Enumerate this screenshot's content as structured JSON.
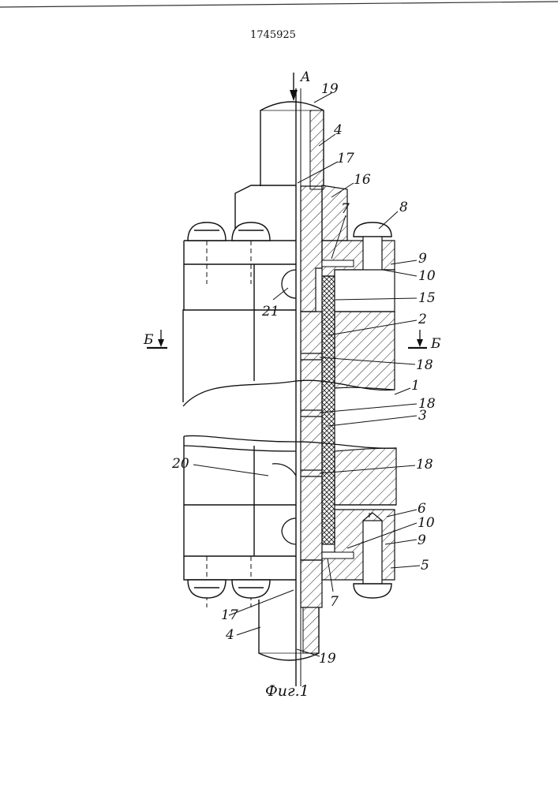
{
  "document": {
    "patent_number": "1745925",
    "figure_caption": "Фиг.1"
  },
  "section_marks": {
    "view_arrow": "A",
    "section_left": "Б",
    "section_right": "Б"
  },
  "callouts": {
    "c1": "1",
    "c2": "2",
    "c3": "3",
    "c4_top": "4",
    "c4_bottom": "4",
    "c5": "5",
    "c6": "6",
    "c7_top": "7",
    "c7_bottom": "7",
    "c8": "8",
    "c9_top": "9",
    "c9_bottom": "9",
    "c10_top": "10",
    "c10_bottom": "10",
    "c15": "15",
    "c16": "16",
    "c17_top": "17",
    "c17_bottom": "17",
    "c18_a": "18",
    "c18_b": "18",
    "c18_c": "18",
    "c19_top": "19",
    "c19_bottom": "19",
    "c20": "20",
    "c21": "21"
  }
}
